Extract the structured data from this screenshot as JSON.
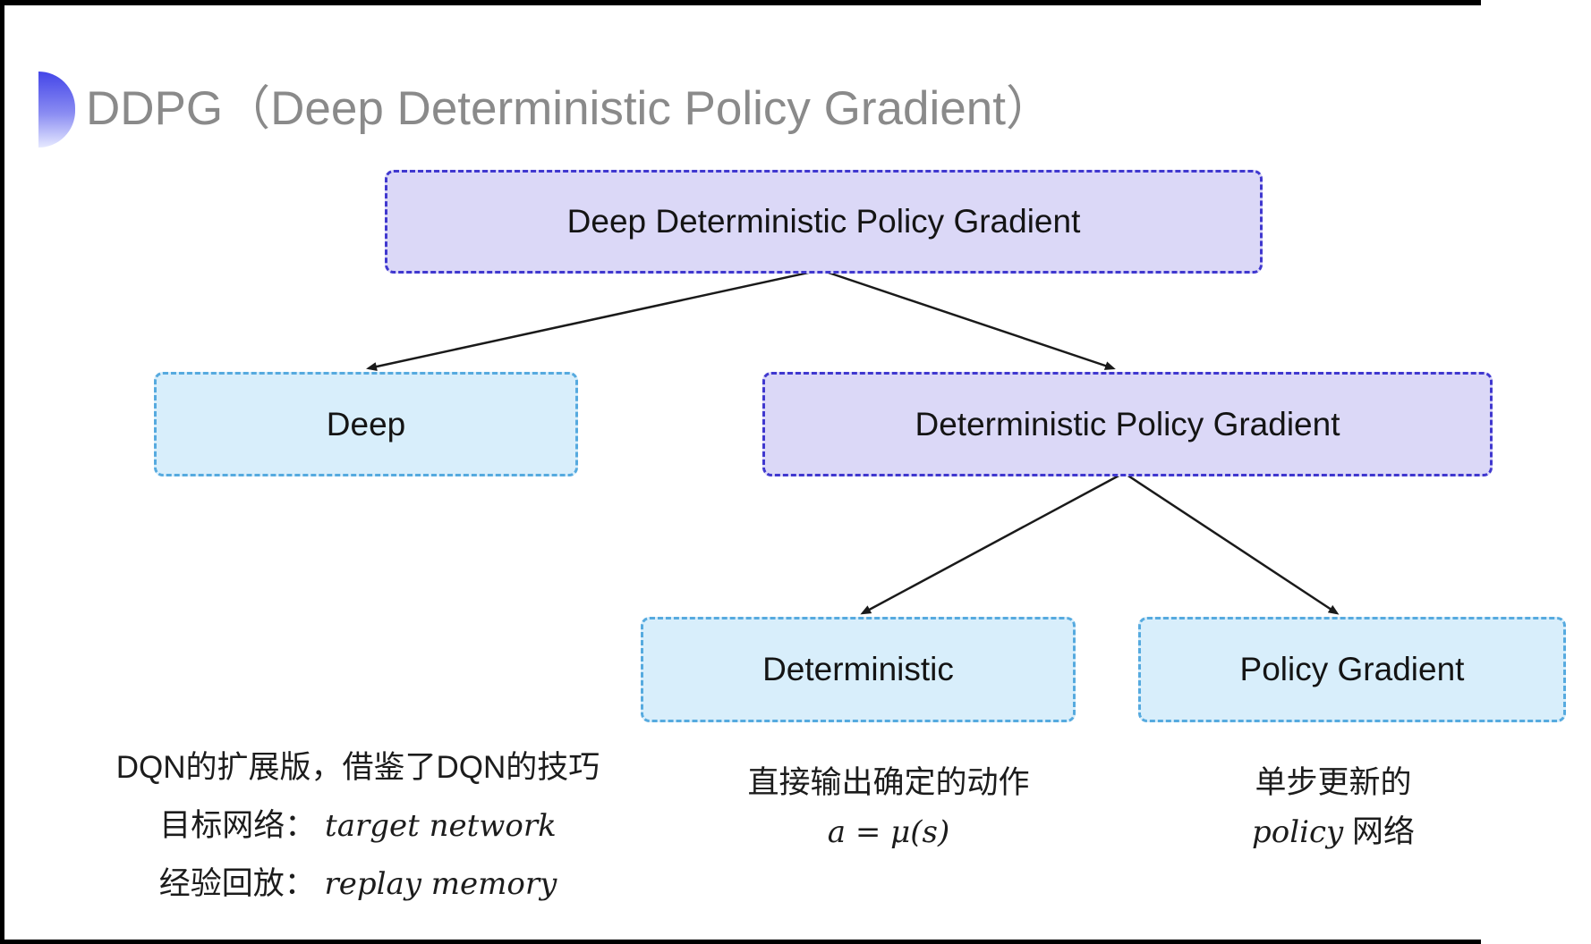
{
  "header": {
    "title": "DDPG（Deep Deterministic Policy Gradient）",
    "title_color": "#8a8a8a",
    "bullet_icon_gradient": [
      "#4345e8",
      "#e6e9ff"
    ]
  },
  "tree": {
    "nodes": [
      {
        "id": "root",
        "label": "Deep Deterministic Policy Gradient",
        "variant": "purple"
      },
      {
        "id": "deep",
        "label": "Deep",
        "variant": "cyan"
      },
      {
        "id": "dpg",
        "label": "Deterministic Policy Gradient",
        "variant": "purple"
      },
      {
        "id": "deterministic",
        "label": "Deterministic",
        "variant": "cyan"
      },
      {
        "id": "policy_gradient",
        "label": "Policy Gradient",
        "variant": "cyan"
      }
    ],
    "edges": [
      {
        "from": "root",
        "to": "deep"
      },
      {
        "from": "root",
        "to": "dpg"
      },
      {
        "from": "dpg",
        "to": "deterministic"
      },
      {
        "from": "dpg",
        "to": "policy_gradient"
      }
    ],
    "colors": {
      "purple_fill": "#dbd8f7",
      "purple_border": "#4038cf",
      "cyan_fill": "#d8eefb",
      "cyan_border": "#56aadf",
      "arrow": "#1a1a1a",
      "node_text": "#141414"
    }
  },
  "notes": {
    "deep": {
      "line1": "DQN的扩展版，借鉴了DQN的技巧",
      "line2_label": "目标网络：",
      "line2_term": "target network",
      "line3_label": "经验回放：",
      "line3_term": "replay memory"
    },
    "deterministic": {
      "line1": "直接输出确定的动作",
      "formula": "a = μ(s)"
    },
    "policy_gradient": {
      "line1": "单步更新的",
      "line2_term": "policy",
      "line2_label": " 网络"
    }
  }
}
